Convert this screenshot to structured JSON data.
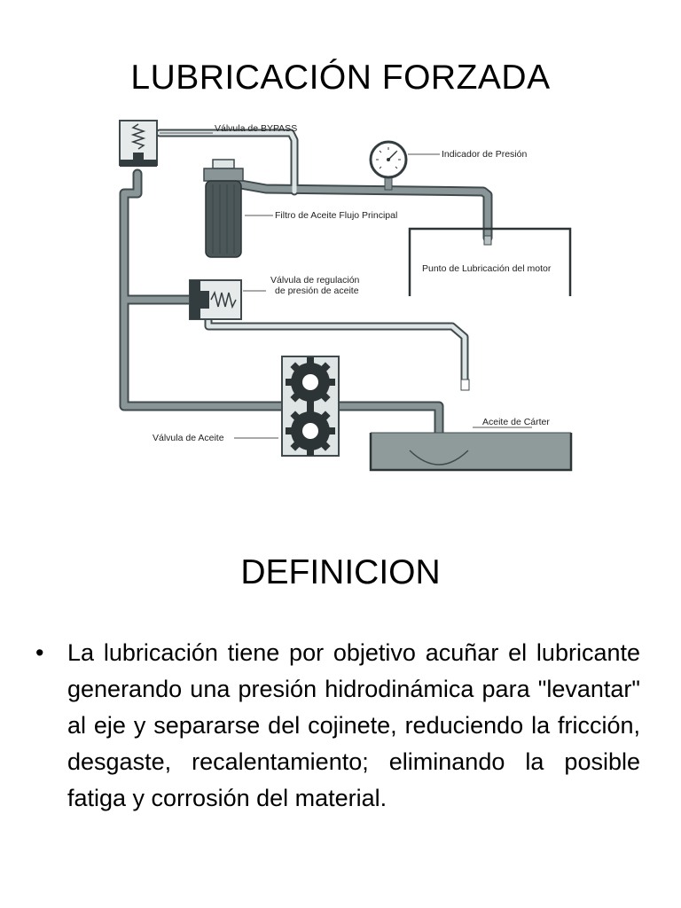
{
  "page": {
    "title": "LUBRICACIÓN FORZADA",
    "section_heading": "DEFINICION",
    "bullet_symbol": "•",
    "body_text": "La lubricación tiene por objetivo acuñar el lubricante generando una presión hidrodinámica para \"levantar\" al eje y separarse del cojinete, reduciendo la fricción, desgaste, recalentamiento; eliminando la posible fatiga y corrosión del material."
  },
  "diagram": {
    "labels": {
      "bypass_valve": "Válvula de BYPASS",
      "pressure_indicator": "Indicador de Presión",
      "oil_filter": "Filtro de Aceite Flujo Principal",
      "lubrication_point": "Punto de Lubricación del motor",
      "regulation_valve_line1": "Válvula de regulación",
      "regulation_valve_line2": "de presión de aceite",
      "sump_oil": "Aceite de Cárter",
      "oil_valve": "Válvula de Aceite"
    },
    "colors": {
      "pipe": "#8a9597",
      "pipe_outline": "#3f4a4c",
      "dark": "#333c3e",
      "sump_fill": "#8f9b9b",
      "gear": "#2c3436"
    }
  }
}
